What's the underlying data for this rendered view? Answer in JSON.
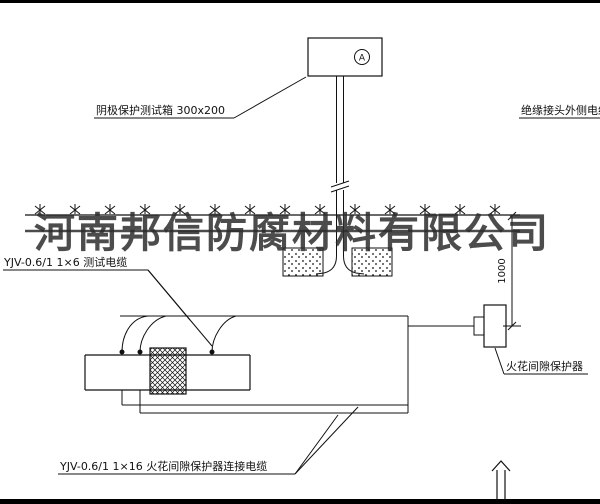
{
  "frame": {
    "background": "#ffffff",
    "line_color": "#111111"
  },
  "watermark": {
    "text": "河南邦信防腐材料有限公司",
    "color": "#2d2d2d"
  },
  "labels": {
    "test_box": "阴极保护测试箱 300x200",
    "outer_cable": "绝缘接头外侧电缆",
    "test_cable": "YJV-0.6/1 1×6  测试电缆",
    "spark_gap": "火花间隙保护器",
    "connect_cable": "YJV-0.6/1 1×16  火花间隙保护器连接电缆",
    "meter_letter": "A"
  },
  "dimension": {
    "value": "1000"
  }
}
